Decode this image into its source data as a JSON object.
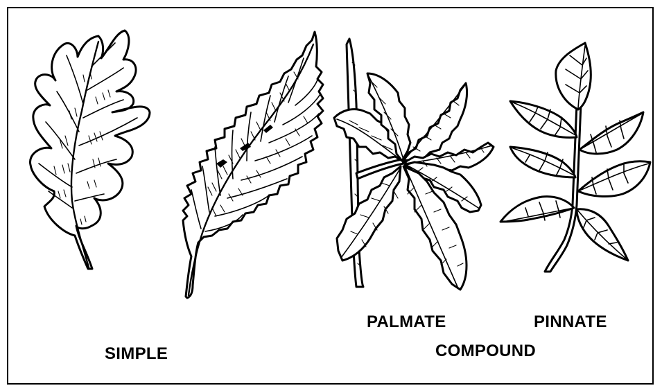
{
  "labels": {
    "simple": "SIMPLE",
    "palmate": "PALMATE",
    "pinnate": "PINNATE",
    "compound": "COMPOUND"
  },
  "colors": {
    "ink": "#000000",
    "paper": "#ffffff"
  }
}
